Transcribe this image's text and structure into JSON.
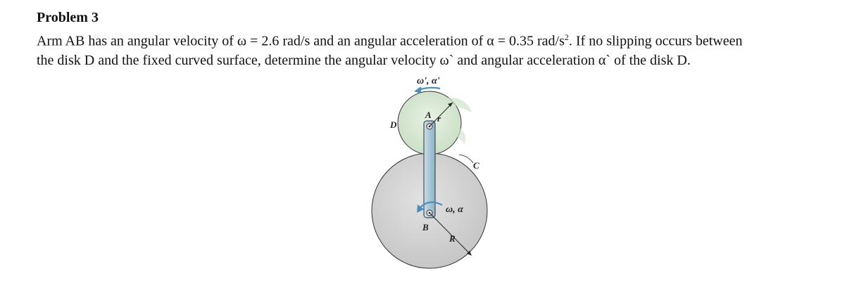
{
  "heading": "Problem 3",
  "statement": {
    "line1_a": "Arm AB has an angular velocity of ω = 2.6 rad/s and an angular acceleration of α = 0.35 rad/s",
    "line1_sup": "2",
    "line1_b": ". If no slipping occurs between",
    "line2": "the disk D and the fixed curved surface, determine the angular velocity ω` and angular acceleration α` of the disk D."
  },
  "figure": {
    "label_omega_alpha_prime": "ω', α'",
    "label_D": "D",
    "label_A": "A",
    "label_r": "r",
    "label_C": "C",
    "label_omega_alpha": "ω, α",
    "label_B": "B",
    "label_R": "R",
    "colors": {
      "small_disk": "#d9e8d4",
      "small_disk_shade": "#b9d6b6",
      "large_disk": "#d4d4d4",
      "arm": "#a9c8d8",
      "arrow": "#4a8fc0",
      "outline": "#333333"
    }
  }
}
